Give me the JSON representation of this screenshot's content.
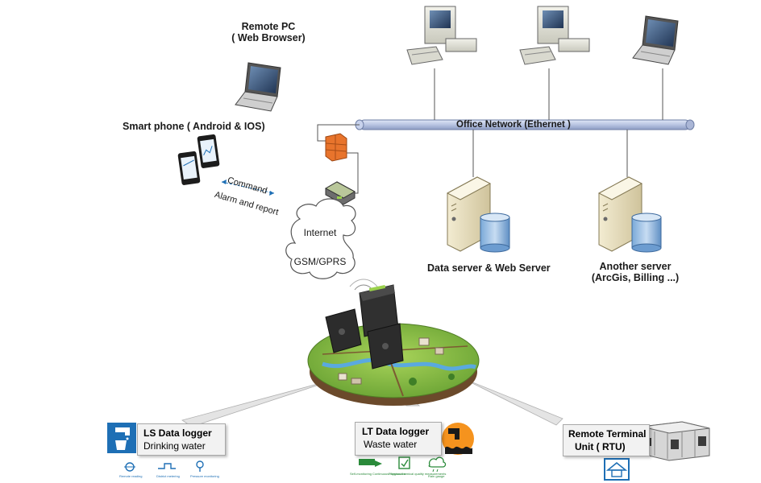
{
  "remote_pc": {
    "line1": "Remote PC",
    "line2": "( Web Browser)"
  },
  "smart_phone": {
    "label": "Smart phone  ( Android & IOS)"
  },
  "phone_link": {
    "command": "Command",
    "alarm": "Alarm and report"
  },
  "network": {
    "label": "Office Network (Ethernet )"
  },
  "cloud": {
    "internet": "Internet",
    "gsm": "GSM/GPRS"
  },
  "data_server": {
    "label": "Data server & Web Server"
  },
  "another_server": {
    "line1": "Another server",
    "line2": "(ArcGis, Billing ...)"
  },
  "ls_logger": {
    "title": "LS Data logger",
    "subtitle": "Drinking water"
  },
  "lt_logger": {
    "title": "LT Data logger",
    "subtitle": "Waste water"
  },
  "rtu": {
    "line1": "Remote Terminal",
    "line2": "Unit ( RTU)"
  },
  "ls_icons": {
    "a": "Remote reading",
    "b": "District metering",
    "c": "Pressure monitoring"
  },
  "lt_icons": {
    "a": "Self-monitoring Continuous diagnostics",
    "b": "Physico-chemical quality measurements",
    "c": "Rain gauge"
  },
  "colors": {
    "pipe": "#b8c4e2",
    "accent_blue": "#1e6fb5",
    "orange": "#f5931e",
    "grass": "#8cc63f",
    "callout_bg": "#f2f2f2"
  }
}
